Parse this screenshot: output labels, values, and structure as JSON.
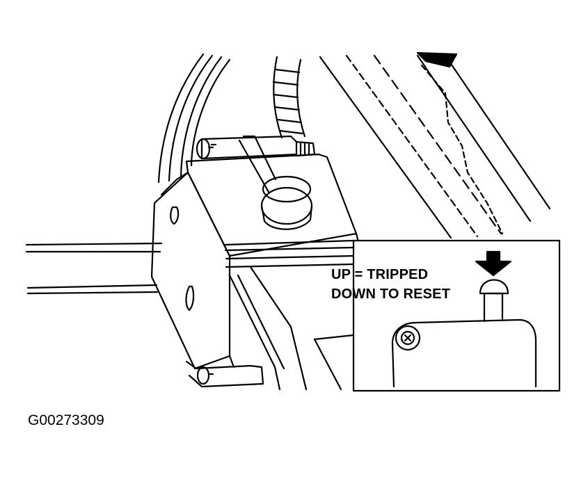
{
  "diagram": {
    "inset": {
      "line1": "UP = TRIPPED",
      "line2": "DOWN TO RESET"
    },
    "figure_id": "G00273309",
    "colors": {
      "ink": "#000000",
      "paper": "#ffffff"
    },
    "icons": [
      "reset-arrow-icon",
      "screw-icon"
    ]
  }
}
